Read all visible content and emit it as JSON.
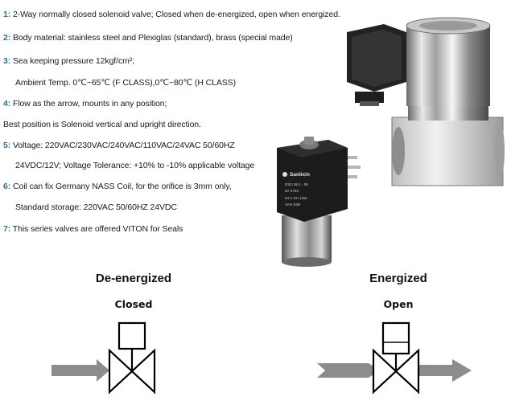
{
  "specs": [
    {
      "num": "1:",
      "text": "2-Way normally closed solenoid valve; Closed  when de-energized, open when energized."
    },
    {
      "num": "2:",
      "text": "Body material: stainless steel and Plexiglas (standard), brass (special made)"
    },
    {
      "num": "3:",
      "text": "Sea keeping   pressure 12kgf/cm²;"
    },
    {
      "num": "",
      "text": "Ambient Temp.  0℃~65℃ (F CLASS),0℃~80℃ (H CLASS)"
    },
    {
      "num": "4:",
      "text": "Flow as the arrow, mounts in any position;"
    },
    {
      "num": "",
      "text": "Best position is Solenoid vertical and upright direction."
    },
    {
      "num": "5:",
      "text": "Voltage: 220VAC/230VAC/240VAC/110VAC/24VAC  50/60HZ"
    },
    {
      "num": "",
      "text": "24VDC/12V; Voltage Tolerance: +10% to -10% applicable voltage"
    },
    {
      "num": "6:",
      "text": "Coil can fix Germany NASS Coil, for the orifice is 3mm only,"
    },
    {
      "num": "",
      "text": "Standard storage: 220VAC 50/60HZ 24VDC"
    },
    {
      "num": "7:",
      "text": "This series valves are offered VITON  for Seals"
    }
  ],
  "coil_label": {
    "brand": "Sanlixin",
    "model": "DSG 06.1 - 06",
    "line2": "8V  6763",
    "line3": "24  V  DC  12W",
    "line4": "VAN   SSB"
  },
  "states": {
    "left": {
      "title": "De-energized",
      "subtitle": "Closed"
    },
    "right": {
      "title": "Energized",
      "subtitle": "Open"
    }
  },
  "colors": {
    "spec_number": "#2c6f8f",
    "arrow": "#8c8c8c",
    "coil": "#1c1c1c"
  }
}
